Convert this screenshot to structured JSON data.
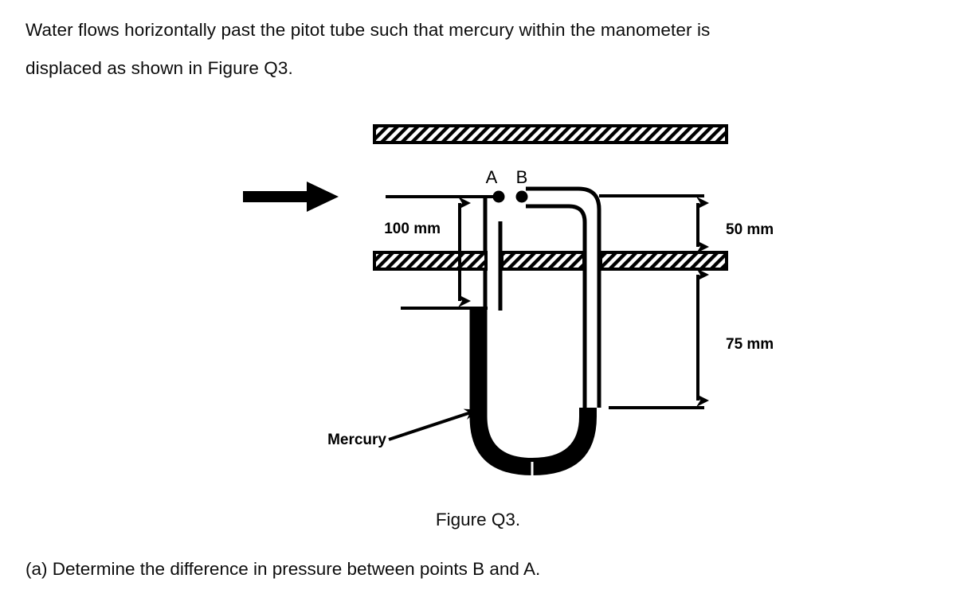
{
  "document": {
    "intro_line_1": "Water flows horizontally past the pitot tube such that mercury within the manometer is",
    "intro_line_2": "displaced as shown in Figure Q3.",
    "figure_caption": "Figure Q3.",
    "question_a": "(a) Determine the difference in pressure between points B and A."
  },
  "figure": {
    "points": {
      "a_label": "A",
      "b_label": "B"
    },
    "dimensions": {
      "left_height": "100 mm",
      "upper_right_height": "50 mm",
      "lower_right_height": "75 mm"
    },
    "annotations": {
      "fluid_label": "Mercury"
    },
    "icons": {
      "flow_arrow": "flow-arrow-right-icon",
      "leader_arrow": "leader-arrow-icon"
    },
    "colors": {
      "ink": "#000000",
      "mercury_fill": "#000000",
      "background": "#ffffff",
      "hatch_stroke": "#000000"
    }
  }
}
